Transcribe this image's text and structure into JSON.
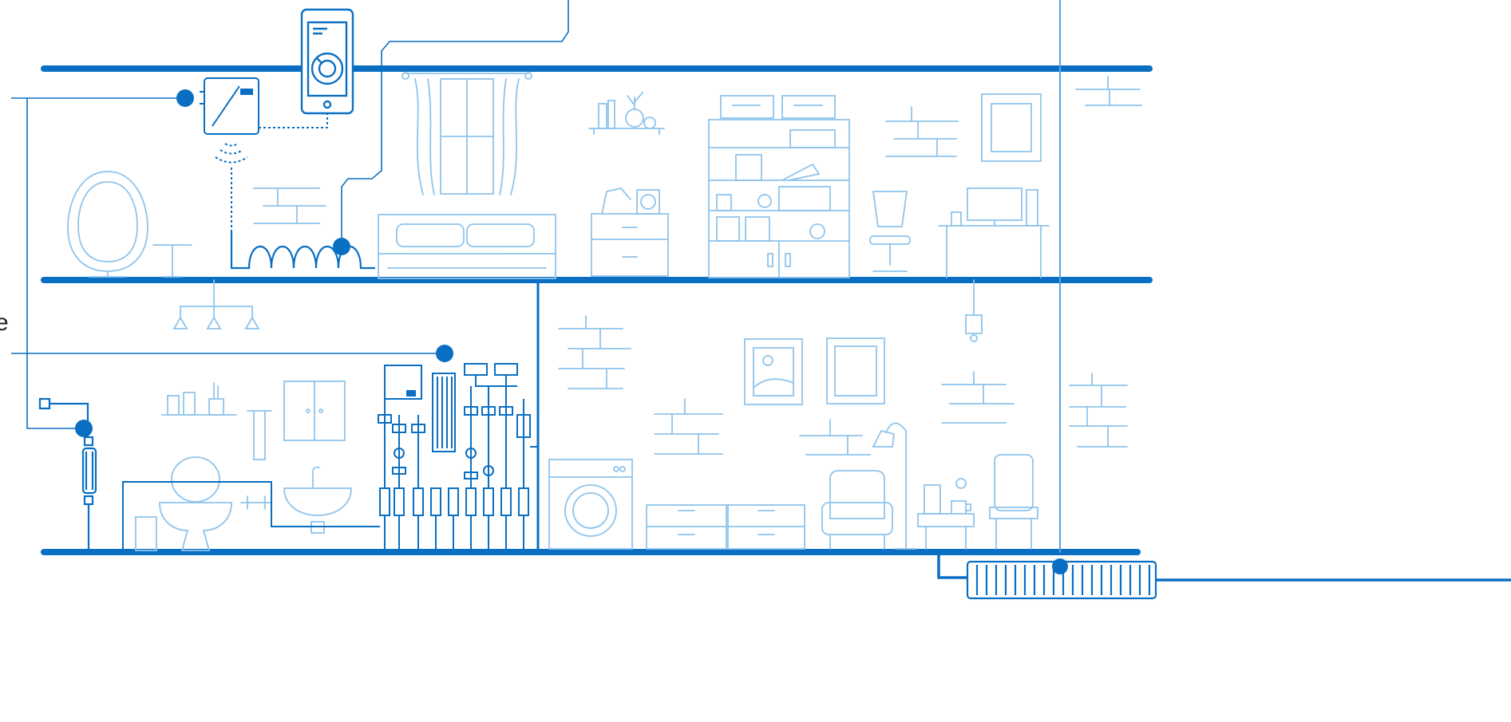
{
  "diagram": {
    "colors": {
      "primary": "#0a6fc2",
      "light": "#8fc4ec",
      "background": "#ffffff",
      "text": "#222222"
    },
    "edge_text": "e",
    "hotspots": [
      {
        "name": "controller-hotspot"
      },
      {
        "name": "underfloor-heating-hotspot"
      },
      {
        "name": "manifold-hotspot"
      },
      {
        "name": "water-filter-hotspot"
      },
      {
        "name": "radiator-hotspot"
      }
    ]
  }
}
